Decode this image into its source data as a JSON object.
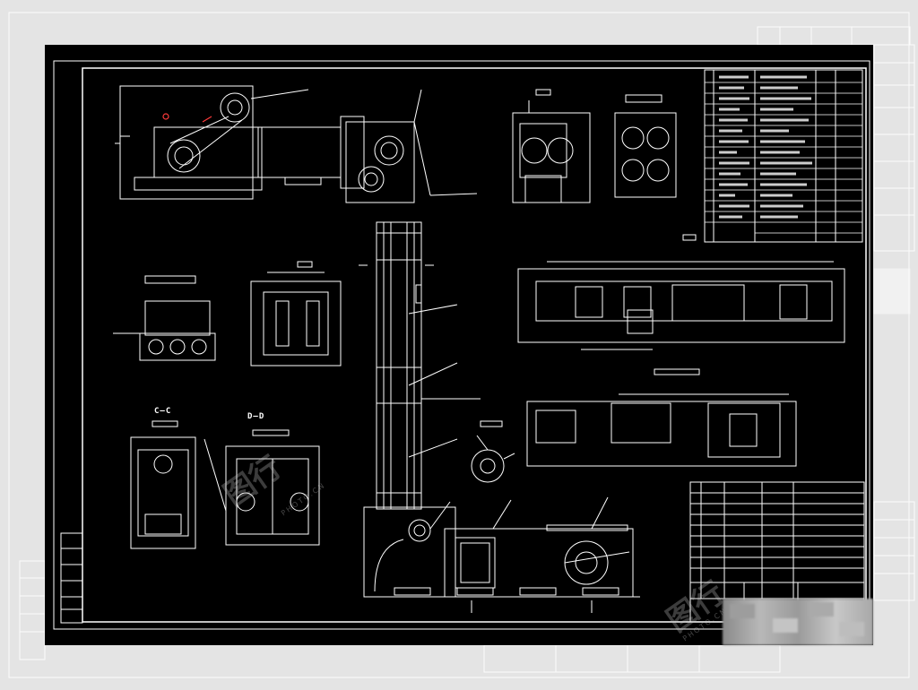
{
  "image": {
    "kind": "cad-drawing-preview",
    "background_color": "#e4e4e4",
    "sheet_color": "#000000",
    "line_color": "#ffffff",
    "accent_color": "#ff3b3b"
  },
  "views": {
    "section_cc": "C—C",
    "section_dd": "D—D"
  },
  "watermark": {
    "text": "PHOTO.CN",
    "glyph": "图行"
  },
  "redacted_region": {
    "description": "blurred title block"
  }
}
